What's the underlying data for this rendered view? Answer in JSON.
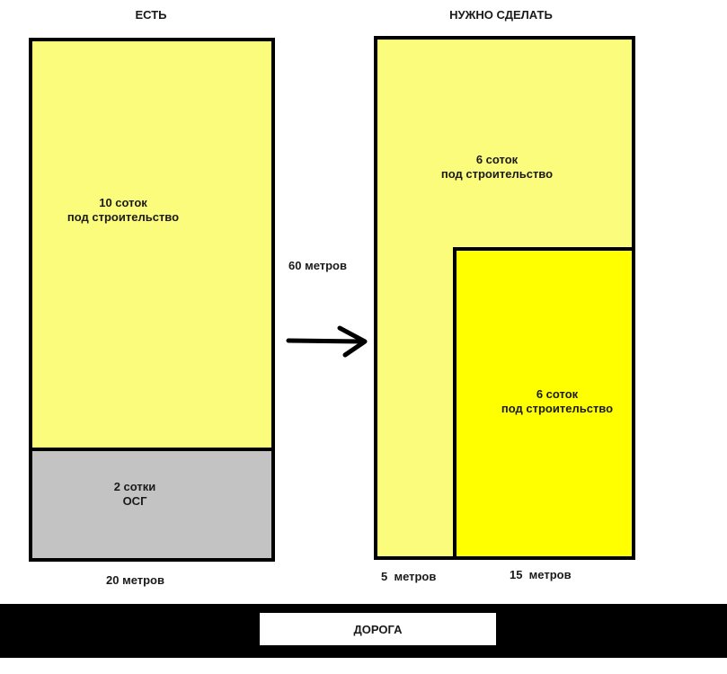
{
  "headers": {
    "current": "ЕСТЬ",
    "target": "НУЖНО СДЕЛАТЬ"
  },
  "current": {
    "plot_label_line1": "10 соток",
    "plot_label_line2": "под строительство",
    "osg_label_line1": "2 сотки",
    "osg_label_line2": "ОСГ",
    "width_label": "20 метров"
  },
  "length_label": "60 метров",
  "target": {
    "plot_a_line1": "6 соток",
    "plot_a_line2": "под строительство",
    "plot_b_line1": "6 соток",
    "plot_b_line2": "под строительство",
    "width_a_label": "5  метров",
    "width_b_label": "15  метров"
  },
  "road_label": "ДОРОГА",
  "colors": {
    "pale_yellow": "#fcfc7c",
    "bright_yellow": "#ffff00",
    "osg_gray": "#c3c3c3",
    "road": "#000000"
  },
  "icons": {
    "arrow": "arrow-right-icon"
  }
}
